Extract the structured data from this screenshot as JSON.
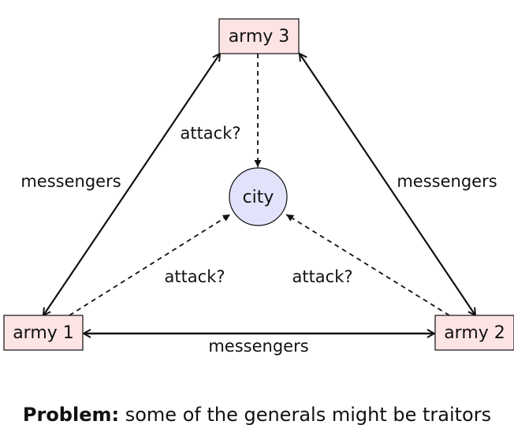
{
  "nodes": {
    "army1": "army 1",
    "army2": "army 2",
    "army3": "army 3",
    "city": "city"
  },
  "edges": {
    "left": "messengers",
    "right": "messengers",
    "bottom": "messengers",
    "attack_army3": "attack?",
    "attack_army1": "attack?",
    "attack_army2": "attack?"
  },
  "colors": {
    "army_fill": "#fde4e4",
    "city_fill": "#e2e2fb",
    "stroke": "#111111"
  },
  "caption": {
    "label": "Problem:",
    "text": "some of the generals might be traitors"
  }
}
